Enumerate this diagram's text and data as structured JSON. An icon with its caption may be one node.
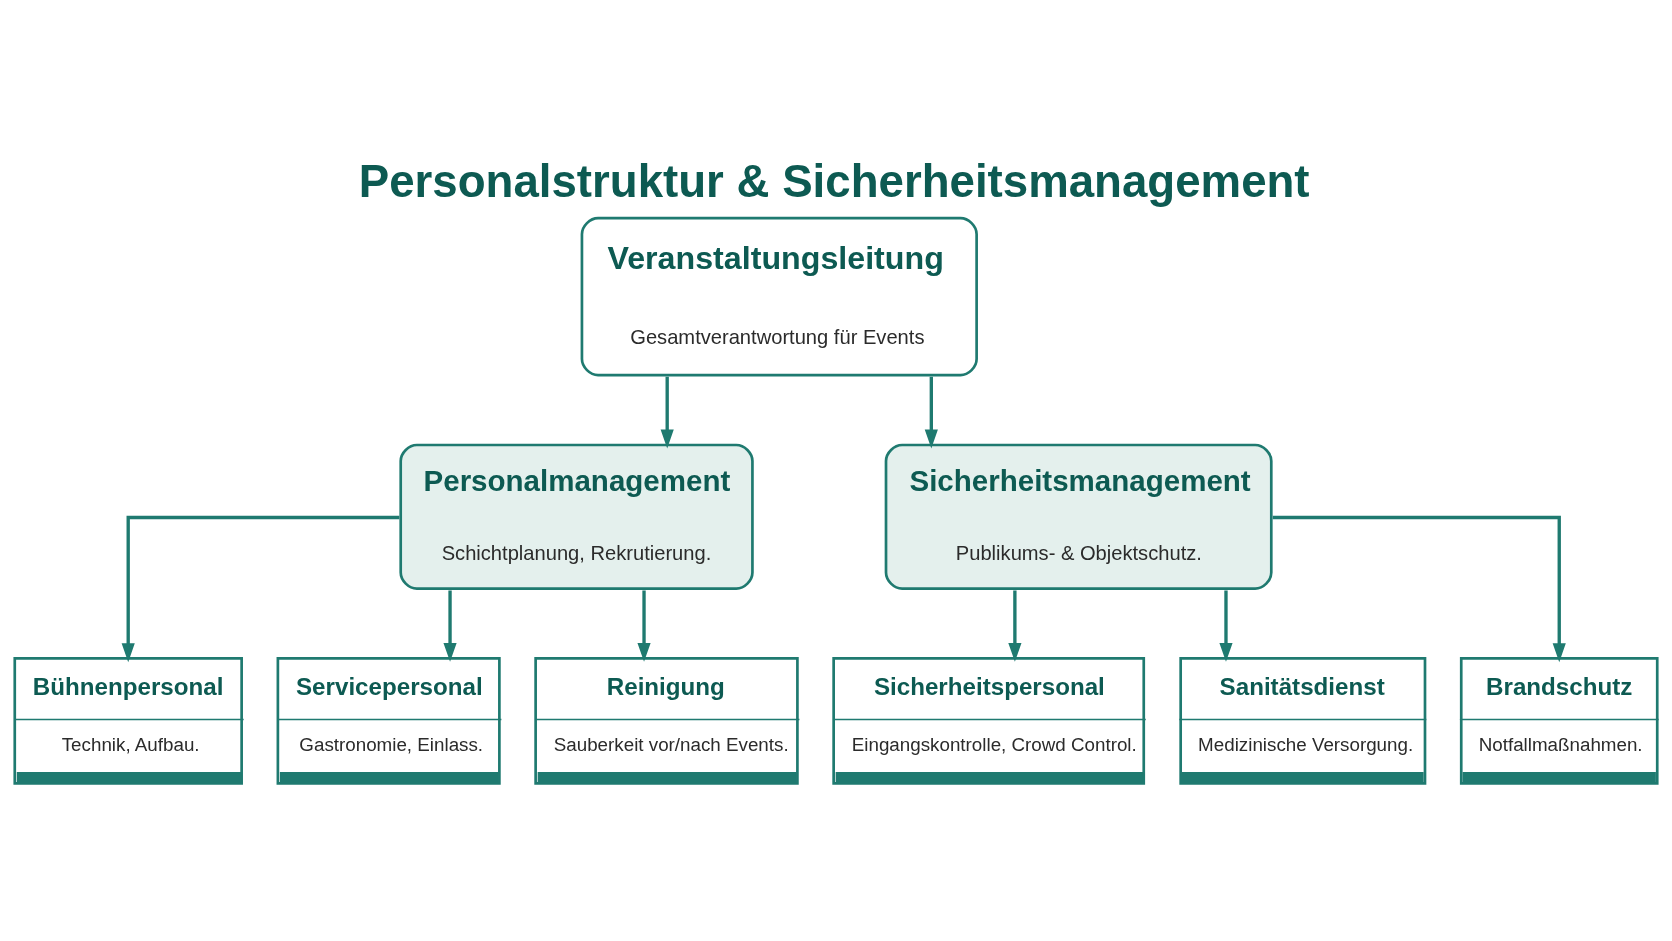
{
  "diagram": {
    "title": "Personalstruktur & Sicherheitsmanagement",
    "nodes": [
      {
        "text": [
          "Veranstaltungsleitung",
          "Gesamtverantwortung für Events"
        ]
      },
      {
        "text": [
          "Personalmanagement",
          "Schichtplanung, Rekrutierung."
        ]
      },
      {
        "text": [
          "Sicherheitsmanagement",
          "Publikums- & Objektschutz."
        ]
      },
      {
        "text": [
          "Bühnenpersonal",
          "Technik, Aufbau."
        ]
      },
      {
        "text": [
          "Servicepersonal",
          "Gastronomie, Einlass."
        ]
      },
      {
        "text": [
          "Reinigung",
          "Sauberkeit vor/nach Events."
        ]
      },
      {
        "text": [
          "Sicherheitspersonal",
          "Eingangskontrolle, Crowd Control."
        ]
      },
      {
        "text": [
          "Sanitätsdienst",
          "Medizinische Versorgung."
        ]
      },
      {
        "text": [
          "Brandschutz",
          "Notfallmaßnahmen."
        ]
      }
    ],
    "edges": [
      {
        "from": 0,
        "to": 1,
        "arrow": "to"
      },
      {
        "from": 0,
        "to": 2,
        "arrow": "to"
      },
      {
        "from": 1,
        "to": 3,
        "arrow": "to"
      },
      {
        "from": 1,
        "to": 4,
        "arrow": "to"
      },
      {
        "from": 1,
        "to": 5,
        "arrow": "to"
      },
      {
        "from": 2,
        "to": 6,
        "arrow": "to"
      },
      {
        "from": 2,
        "to": 7,
        "arrow": "to"
      },
      {
        "from": 2,
        "to": 8,
        "arrow": "to"
      }
    ]
  }
}
